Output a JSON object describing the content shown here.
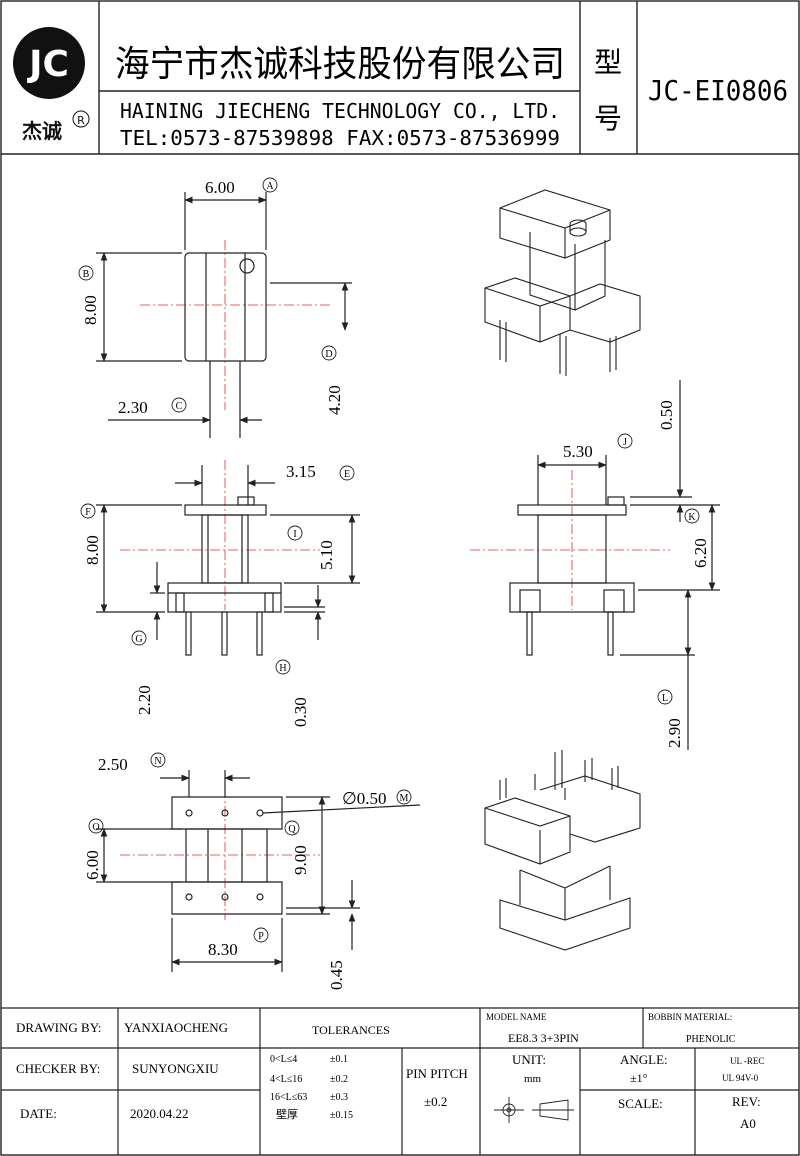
{
  "header": {
    "logo_text": "JC",
    "logo_brand": "杰诚",
    "logo_reg": "R",
    "company_cn": "海宁市杰诚科技股份有限公司",
    "company_en": "HAINING JIECHENG TECHNOLOGY CO., LTD.",
    "contact": "TEL:0573-87539898   FAX:0573-87536999",
    "model_label_1": "型",
    "model_label_2": "号",
    "model_value": "JC-EI0806"
  },
  "dims": {
    "a": "6.00",
    "b": "8.00",
    "c": "2.30",
    "d": "4.20",
    "e": "3.15",
    "f": "8.00",
    "g": "2.20",
    "h": "0.30",
    "i": "5.10",
    "j": "5.30",
    "k": "6.20",
    "l": "2.90",
    "top_k": "0.50",
    "n": "2.50",
    "m": "∅0.50",
    "o": "6.00",
    "q": "9.00",
    "p": "8.30",
    "pin_gap": "0.45"
  },
  "markers": [
    "A",
    "B",
    "C",
    "D",
    "E",
    "F",
    "G",
    "H",
    "I",
    "J",
    "K",
    "L",
    "M",
    "N",
    "O",
    "P",
    "Q"
  ],
  "footer": {
    "drawing_by_label": "DRAWING  BY:",
    "drawing_by_value": "YANXIAOCHENG",
    "checker_by_label": "CHECKER  BY:",
    "checker_by_value": "SUNYONGXIU",
    "date_label": "DATE:",
    "date_value": "2020.04.22",
    "tolerances_label": "TOLERANCES",
    "tol_rows": [
      {
        "range": "0<L≤4",
        "value": "±0.1"
      },
      {
        "range": "4<L≤16",
        "value": "±0.2"
      },
      {
        "range": "16<L≤63",
        "value": "±0.3"
      },
      {
        "range": "壁厚",
        "value": "±0.15"
      }
    ],
    "pin_pitch_label": "PIN PITCH",
    "pin_pitch_value": "±0.2",
    "model_name_label": "MODEL NAME",
    "model_name_value": "EE8.3 3+3PIN",
    "unit_label": "UNIT:",
    "unit_value": "mm",
    "angle_label": "ANGLE:",
    "angle_value": "±1°",
    "scale_label": "SCALE:",
    "bobbin_label": "BOBBIN MATERIAL:",
    "bobbin_value": "PHENOLIC",
    "ul1": "UL -REC",
    "ul2": "UL  94V-0",
    "rev_label": "REV:",
    "rev_value": "A0"
  }
}
